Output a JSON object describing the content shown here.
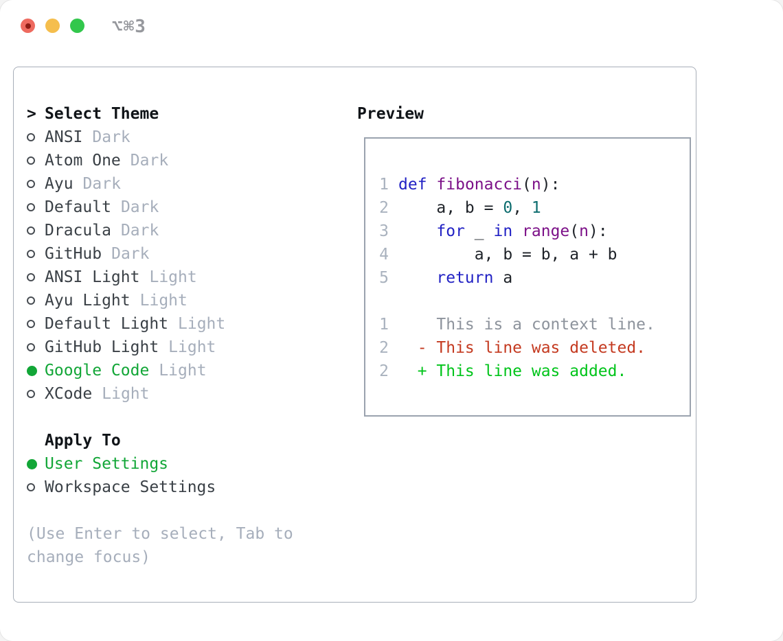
{
  "window": {
    "title": "⌥⌘3"
  },
  "titlebar": {
    "buttons": [
      "close-button",
      "minimize-button",
      "maximize-button"
    ]
  },
  "theme_picker": {
    "header_prefix": ">",
    "header": "Select Theme",
    "items": [
      {
        "name": "ANSI",
        "variant": "Dark",
        "selected": false
      },
      {
        "name": "Atom One",
        "variant": "Dark",
        "selected": false
      },
      {
        "name": "Ayu",
        "variant": "Dark",
        "selected": false
      },
      {
        "name": "Default",
        "variant": "Dark",
        "selected": false
      },
      {
        "name": "Dracula",
        "variant": "Dark",
        "selected": false
      },
      {
        "name": "GitHub",
        "variant": "Dark",
        "selected": false
      },
      {
        "name": "ANSI Light",
        "variant": "Light",
        "selected": false
      },
      {
        "name": "Ayu Light",
        "variant": "Light",
        "selected": false
      },
      {
        "name": "Default Light",
        "variant": "Light",
        "selected": false
      },
      {
        "name": "GitHub Light",
        "variant": "Light",
        "selected": false
      },
      {
        "name": "Google Code",
        "variant": "Light",
        "selected": true
      },
      {
        "name": "XCode",
        "variant": "Light",
        "selected": false
      }
    ],
    "apply_to": {
      "header": "Apply To",
      "options": [
        {
          "label": "User Settings",
          "selected": true
        },
        {
          "label": "Workspace Settings",
          "selected": false
        }
      ]
    },
    "hint": "(Use Enter to select, Tab to change focus)"
  },
  "preview": {
    "header": "Preview",
    "code_lines": [
      {
        "number": "1",
        "tokens": [
          {
            "text": "def",
            "type": "kw"
          },
          {
            "text": " ",
            "type": "pl"
          },
          {
            "text": "fibonacci",
            "type": "nm"
          },
          {
            "text": "(",
            "type": "pl"
          },
          {
            "text": "n",
            "type": "nm"
          },
          {
            "text": "):",
            "type": "pl"
          }
        ]
      },
      {
        "number": "2",
        "tokens": [
          {
            "text": "    a, b = ",
            "type": "pl"
          },
          {
            "text": "0",
            "type": "lit"
          },
          {
            "text": ", ",
            "type": "pl"
          },
          {
            "text": "1",
            "type": "lit"
          }
        ]
      },
      {
        "number": "3",
        "tokens": [
          {
            "text": "    ",
            "type": "pl"
          },
          {
            "text": "for",
            "type": "kw"
          },
          {
            "text": " _ ",
            "type": "pl"
          },
          {
            "text": "in",
            "type": "kw"
          },
          {
            "text": " ",
            "type": "pl"
          },
          {
            "text": "range",
            "type": "nm"
          },
          {
            "text": "(",
            "type": "pl"
          },
          {
            "text": "n",
            "type": "nm"
          },
          {
            "text": "):",
            "type": "pl"
          }
        ]
      },
      {
        "number": "4",
        "tokens": [
          {
            "text": "        a, b = b, a + b",
            "type": "pl"
          }
        ]
      },
      {
        "number": "5",
        "tokens": [
          {
            "text": "    ",
            "type": "pl"
          },
          {
            "text": "return",
            "type": "kw"
          },
          {
            "text": " a",
            "type": "pl"
          }
        ]
      }
    ],
    "diff_lines": [
      {
        "number": "1",
        "text": "    This is a context line.",
        "type": "context"
      },
      {
        "number": "2",
        "text": "  - This line was deleted.",
        "type": "deleted"
      },
      {
        "number": "2",
        "text": "  + This line was added.",
        "type": "added"
      }
    ]
  },
  "colors": {
    "kw": "#2222c4",
    "nm": "#7c1188",
    "lit": "#0c6c6e",
    "pl": "#1e2228",
    "lineno": "#a9b2be",
    "context": "#8d939c",
    "deleted": "#c43a20",
    "added": "#00c41a",
    "green": "#12a637",
    "muted": "#a6aebb",
    "itemtext": "#3a4046",
    "headertext": "#101418",
    "panelborder": "#a7aeb8",
    "previewborder": "#9aa2ae",
    "titlegray": "#96989d",
    "radio-ring": "#474c52",
    "tl-red": "#ee6a5f",
    "tl-red-dot": "#8e1c14",
    "tl-yellow": "#f5be4d",
    "tl-green": "#32c74c"
  }
}
